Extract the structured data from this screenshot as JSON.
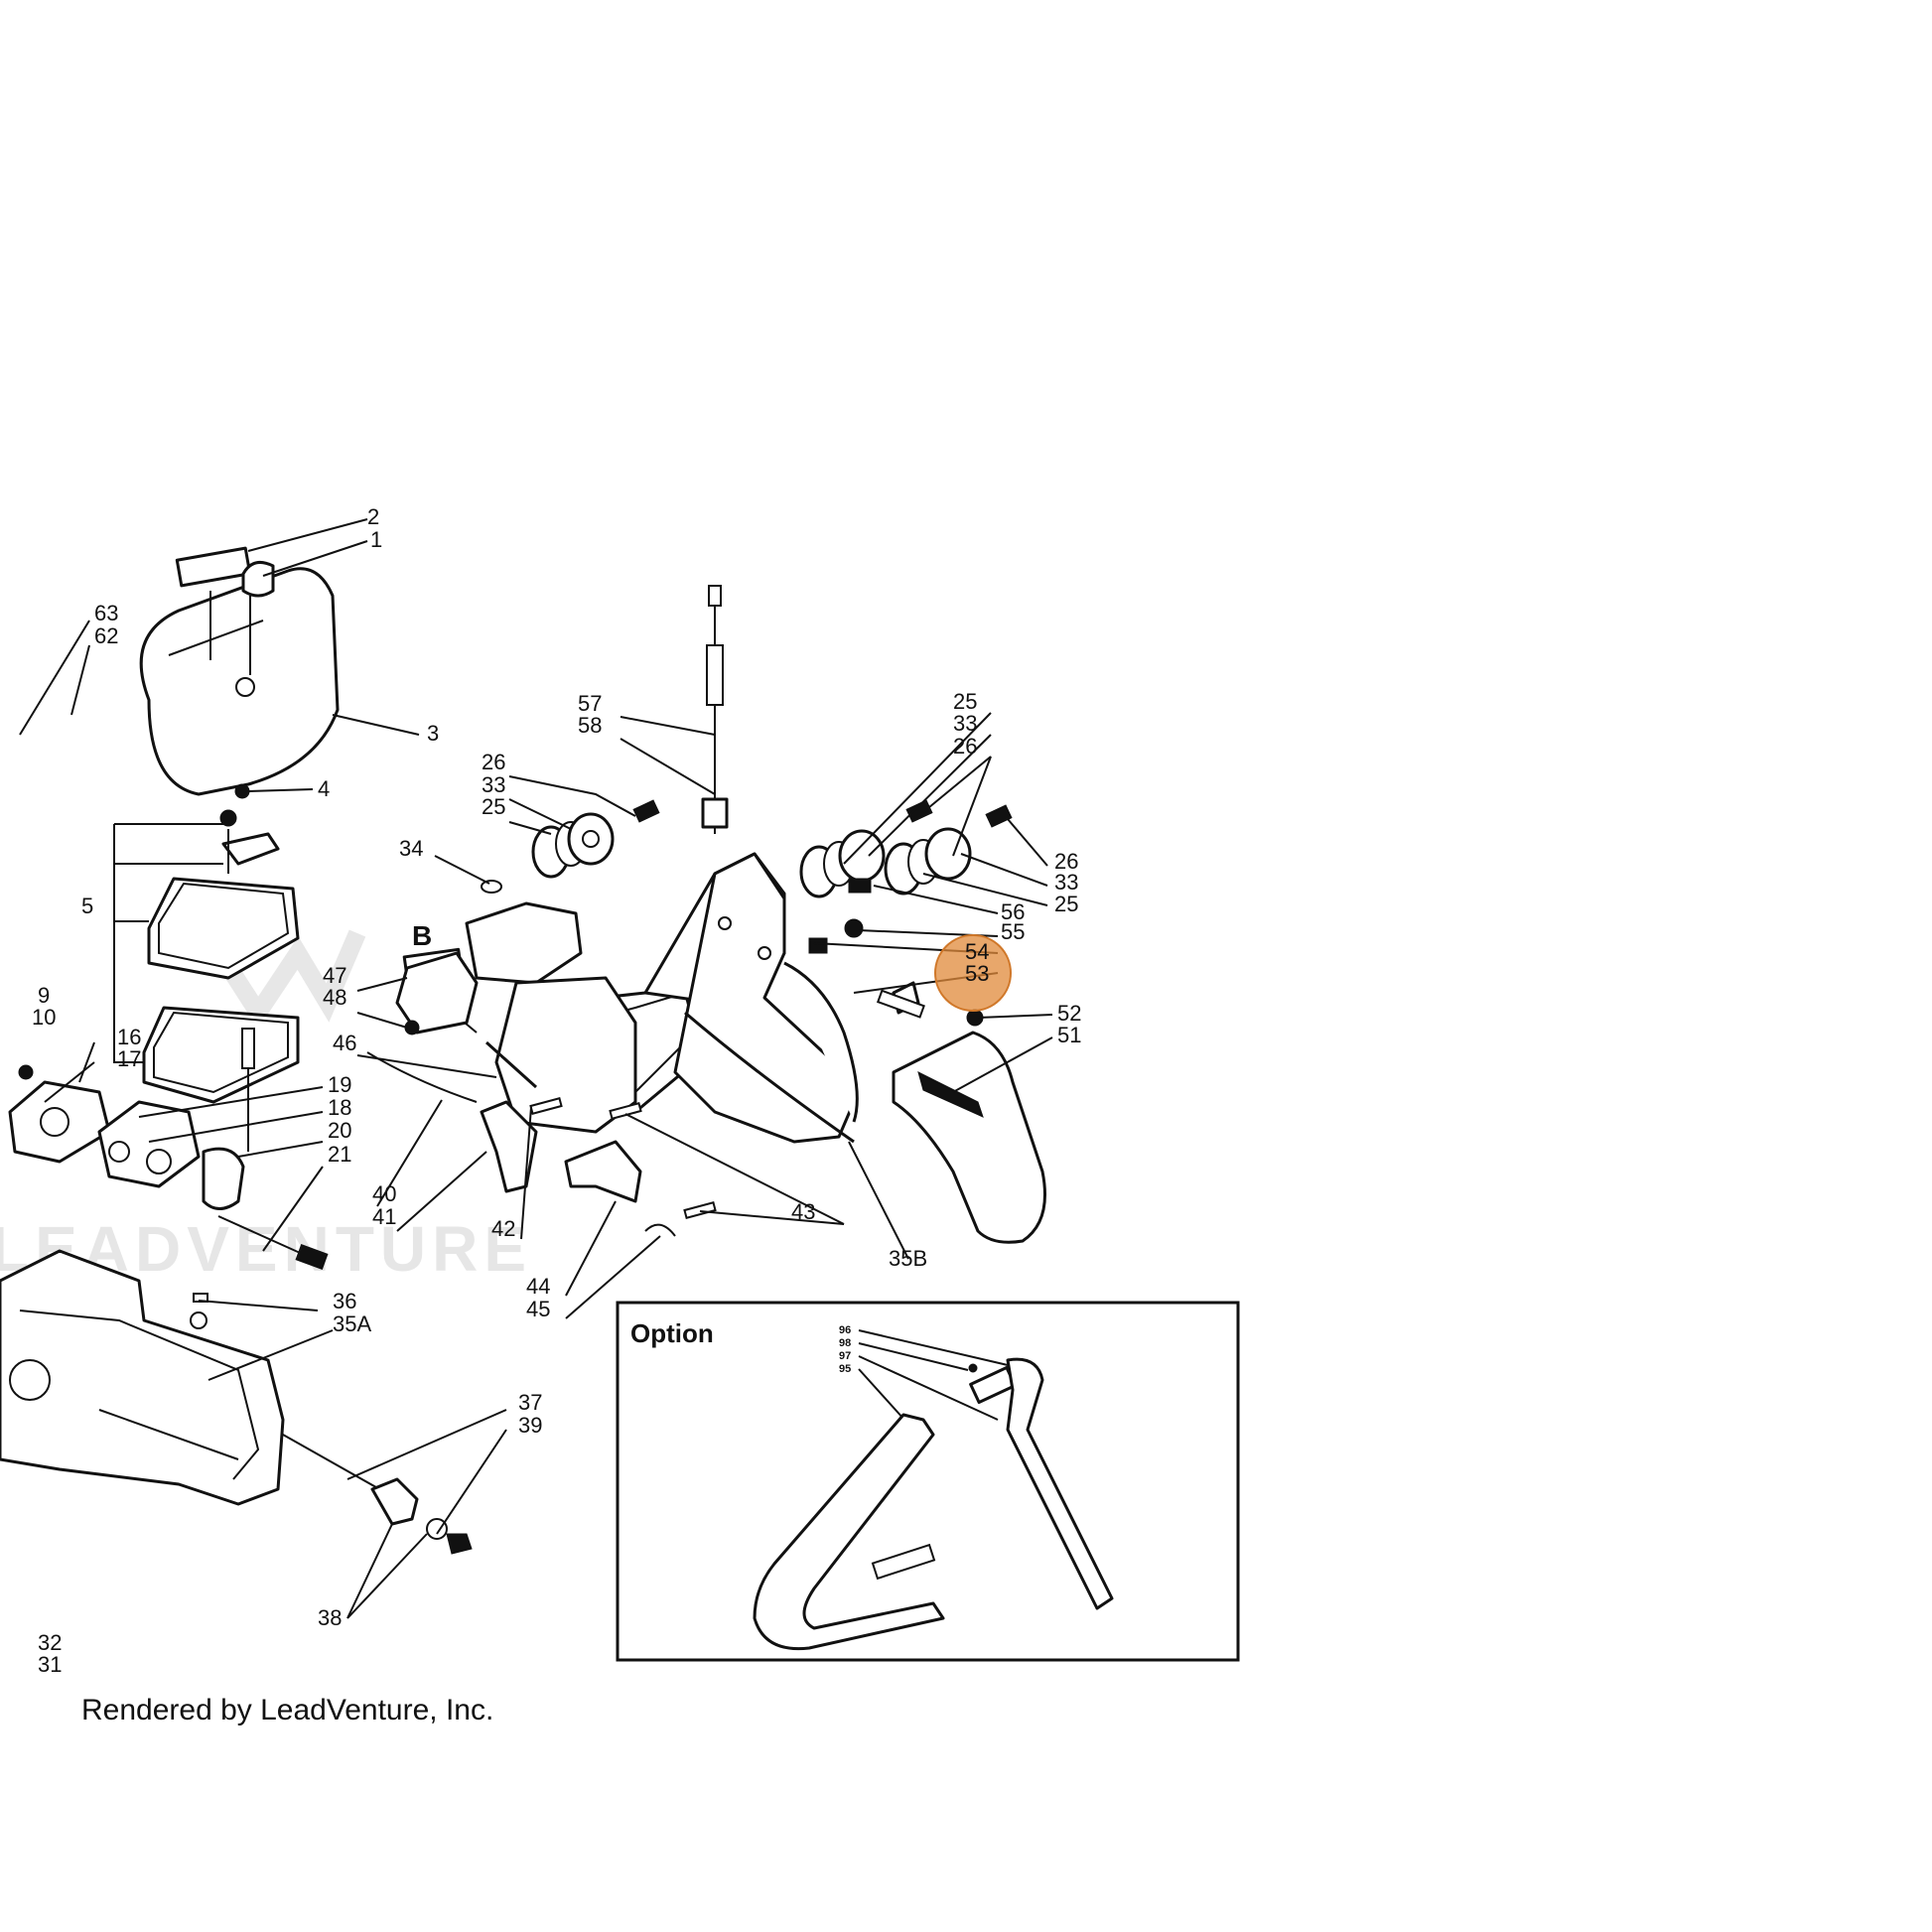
{
  "diagram": {
    "watermark": "LEADVENTURE",
    "credit": "Rendered by LeadVenture, Inc.",
    "option_box_title": "Option",
    "section_marker": "B",
    "highlight_color": "#e08a3a",
    "callouts": {
      "c1": "1",
      "c2": "2",
      "c3": "3",
      "c4": "4",
      "c5": "5",
      "c9": "9",
      "c10": "10",
      "c16": "16",
      "c17": "17",
      "c18": "18",
      "c19": "19",
      "c20": "20",
      "c21": "21",
      "c25a": "25",
      "c25b": "25",
      "c25c": "25",
      "c26a": "26",
      "c26b": "26",
      "c26c": "26",
      "c31": "31",
      "c32": "32",
      "c33a": "33",
      "c33b": "33",
      "c33c": "33",
      "c34": "34",
      "c35A": "35A",
      "c35B": "35B",
      "c36": "36",
      "c37": "37",
      "c38": "38",
      "c39": "39",
      "c40": "40",
      "c41": "41",
      "c42": "42",
      "c43": "43",
      "c44": "44",
      "c45": "45",
      "c46": "46",
      "c47": "47",
      "c48": "48",
      "c51": "51",
      "c52": "52",
      "c53": "53",
      "c54": "54",
      "c55": "55",
      "c56": "56",
      "c57": "57",
      "c58": "58",
      "c62": "62",
      "c63": "63",
      "o95": "95",
      "o96": "96",
      "o97": "97",
      "o98": "98"
    }
  }
}
